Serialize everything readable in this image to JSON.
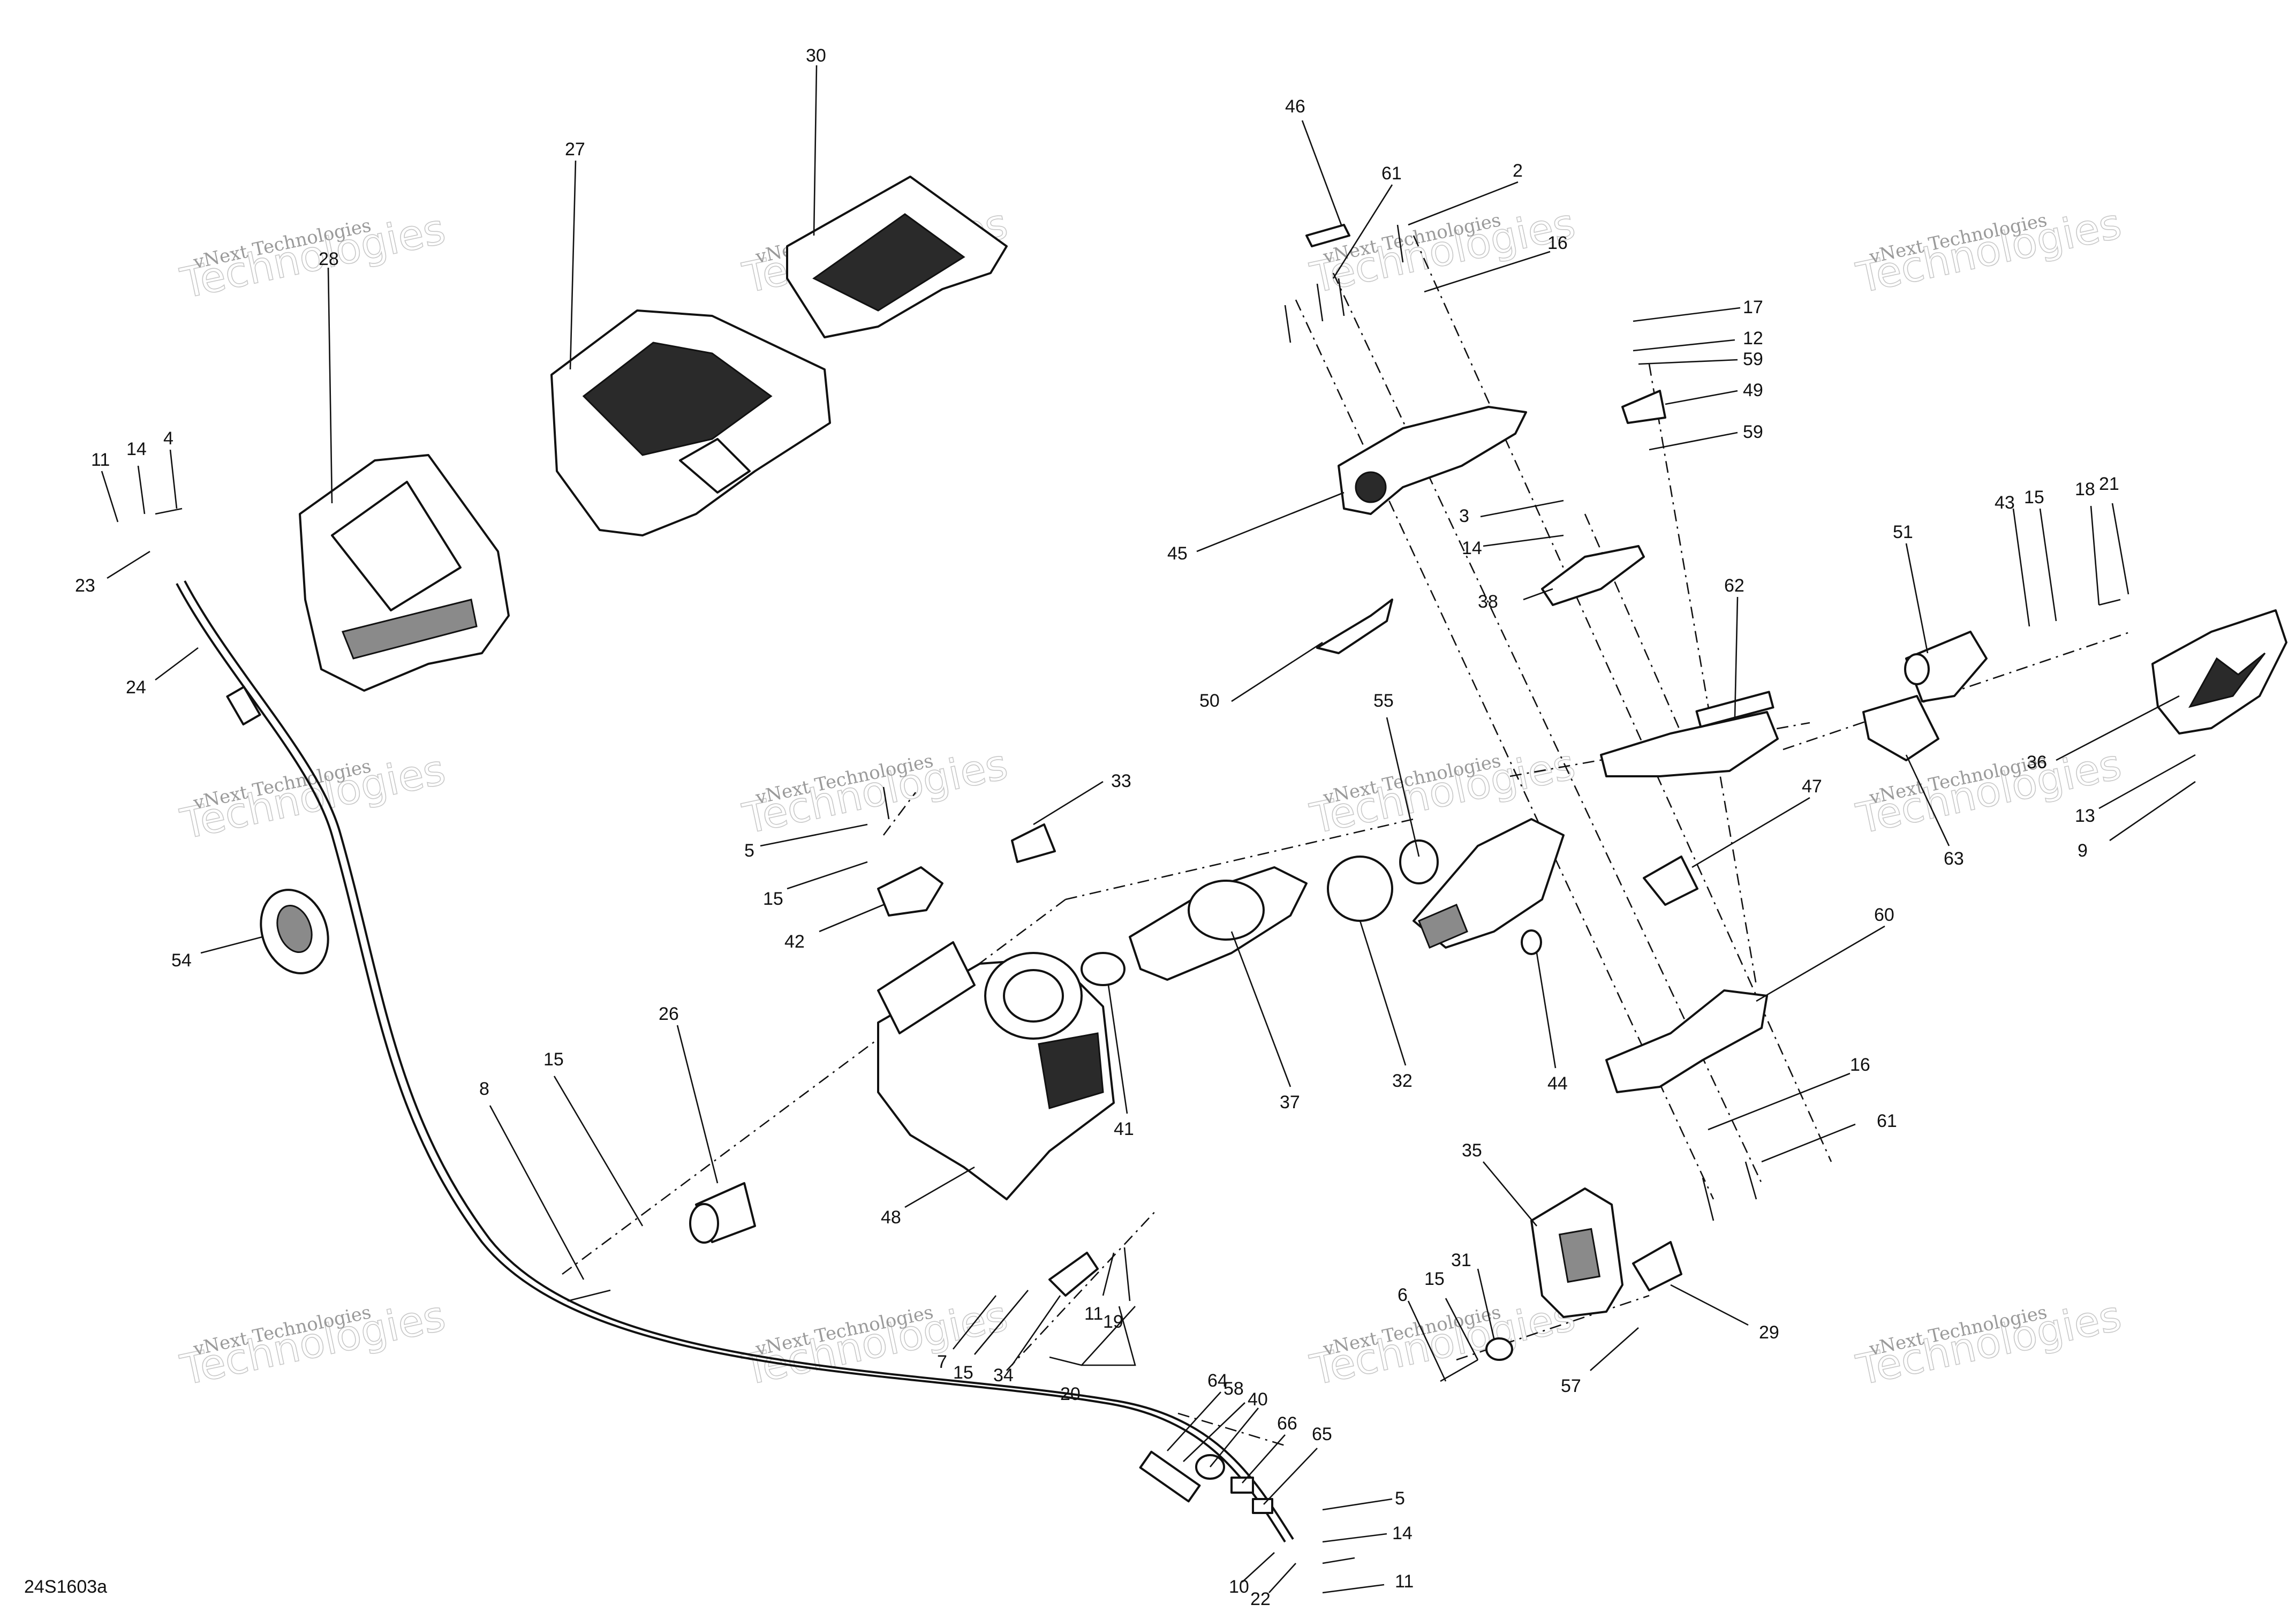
{
  "figure": {
    "code": "24S1603a",
    "watermark_line1": "vNext Technologies",
    "watermark_line2": "Technologies"
  },
  "callouts": [
    {
      "id": "c30",
      "text": "30"
    },
    {
      "id": "c27",
      "text": "27"
    },
    {
      "id": "c28",
      "text": "28"
    },
    {
      "id": "c11a",
      "text": "11"
    },
    {
      "id": "c14a",
      "text": "14"
    },
    {
      "id": "c4",
      "text": "4"
    },
    {
      "id": "c23",
      "text": "23"
    },
    {
      "id": "c24",
      "text": "24"
    },
    {
      "id": "c46",
      "text": "46"
    },
    {
      "id": "c61a",
      "text": "61"
    },
    {
      "id": "c2",
      "text": "2"
    },
    {
      "id": "c16a",
      "text": "16"
    },
    {
      "id": "c17",
      "text": "17"
    },
    {
      "id": "c12",
      "text": "12"
    },
    {
      "id": "c59a",
      "text": "59"
    },
    {
      "id": "c49",
      "text": "49"
    },
    {
      "id": "c59b",
      "text": "59"
    },
    {
      "id": "c45",
      "text": "45"
    },
    {
      "id": "c3",
      "text": "3"
    },
    {
      "id": "c14b",
      "text": "14"
    },
    {
      "id": "c38",
      "text": "38"
    },
    {
      "id": "c43",
      "text": "43"
    },
    {
      "id": "c15a",
      "text": "15"
    },
    {
      "id": "c18",
      "text": "18"
    },
    {
      "id": "c21",
      "text": "21"
    },
    {
      "id": "c51",
      "text": "51"
    },
    {
      "id": "c62",
      "text": "62"
    },
    {
      "id": "c50",
      "text": "50"
    },
    {
      "id": "c36",
      "text": "36"
    },
    {
      "id": "c55",
      "text": "55"
    },
    {
      "id": "c33",
      "text": "33"
    },
    {
      "id": "c47",
      "text": "47"
    },
    {
      "id": "c5a",
      "text": "5"
    },
    {
      "id": "c15b",
      "text": "15"
    },
    {
      "id": "c13",
      "text": "13"
    },
    {
      "id": "c63",
      "text": "63"
    },
    {
      "id": "c9",
      "text": "9"
    },
    {
      "id": "c42",
      "text": "42"
    },
    {
      "id": "c54",
      "text": "54"
    },
    {
      "id": "c60",
      "text": "60"
    },
    {
      "id": "c26",
      "text": "26"
    },
    {
      "id": "c15c",
      "text": "15"
    },
    {
      "id": "c8",
      "text": "8"
    },
    {
      "id": "c37",
      "text": "37"
    },
    {
      "id": "c32",
      "text": "32"
    },
    {
      "id": "c44",
      "text": "44"
    },
    {
      "id": "c41",
      "text": "41"
    },
    {
      "id": "c16b",
      "text": "16"
    },
    {
      "id": "c61b",
      "text": "61"
    },
    {
      "id": "c35",
      "text": "35"
    },
    {
      "id": "c48",
      "text": "48"
    },
    {
      "id": "c31",
      "text": "31"
    },
    {
      "id": "c6",
      "text": "6"
    },
    {
      "id": "c15d",
      "text": "15"
    },
    {
      "id": "c11b",
      "text": "11"
    },
    {
      "id": "c19",
      "text": "19"
    },
    {
      "id": "c29",
      "text": "29"
    },
    {
      "id": "c7",
      "text": "7"
    },
    {
      "id": "c15e",
      "text": "15"
    },
    {
      "id": "c34",
      "text": "34"
    },
    {
      "id": "c20",
      "text": "20"
    },
    {
      "id": "c57",
      "text": "57"
    },
    {
      "id": "c64",
      "text": "64"
    },
    {
      "id": "c58",
      "text": "58"
    },
    {
      "id": "c40",
      "text": "40"
    },
    {
      "id": "c66",
      "text": "66"
    },
    {
      "id": "c65",
      "text": "65"
    },
    {
      "id": "c5b",
      "text": "5"
    },
    {
      "id": "c14c",
      "text": "14"
    },
    {
      "id": "c10",
      "text": "10"
    },
    {
      "id": "c22",
      "text": "22"
    },
    {
      "id": "c11c",
      "text": "11"
    }
  ]
}
